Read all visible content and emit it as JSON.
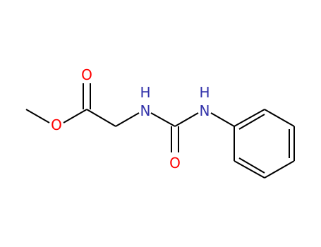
{
  "molecule": {
    "colors": {
      "bond": "#000000",
      "oxygen": "#ff0000",
      "nitrogen": "#3333aa"
    },
    "atom_labels": {
      "ester_carbonyl_o": "O",
      "ester_o": "O",
      "amide_nh_left_n": "N",
      "amide_nh_left_h": "H",
      "urea_carbonyl_o": "O",
      "amide_nh_right_n": "N",
      "amide_nh_right_h": "H"
    }
  }
}
